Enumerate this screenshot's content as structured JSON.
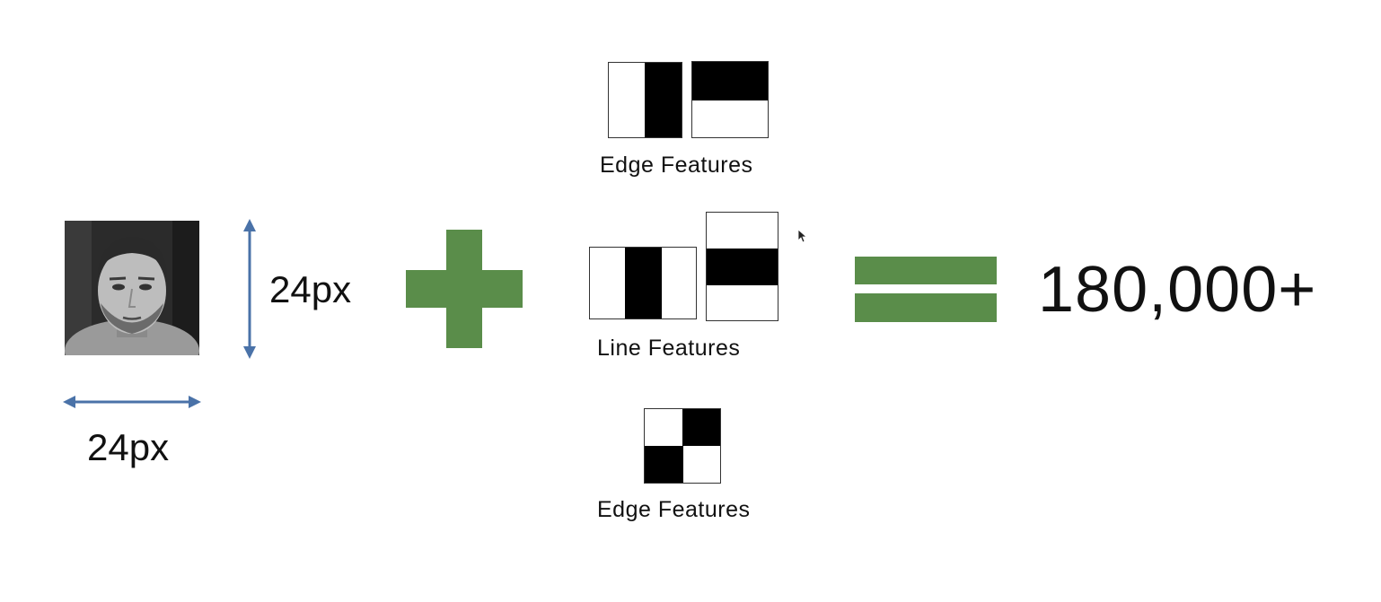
{
  "width_label": "24px",
  "height_label": "24px",
  "features": {
    "top_label": "Edge Features",
    "middle_label": "Line Features",
    "bottom_label": "Edge Features"
  },
  "result": "180,000+",
  "colors": {
    "accent_green": "#5a8d4a",
    "arrow_blue": "#4a72a8"
  }
}
